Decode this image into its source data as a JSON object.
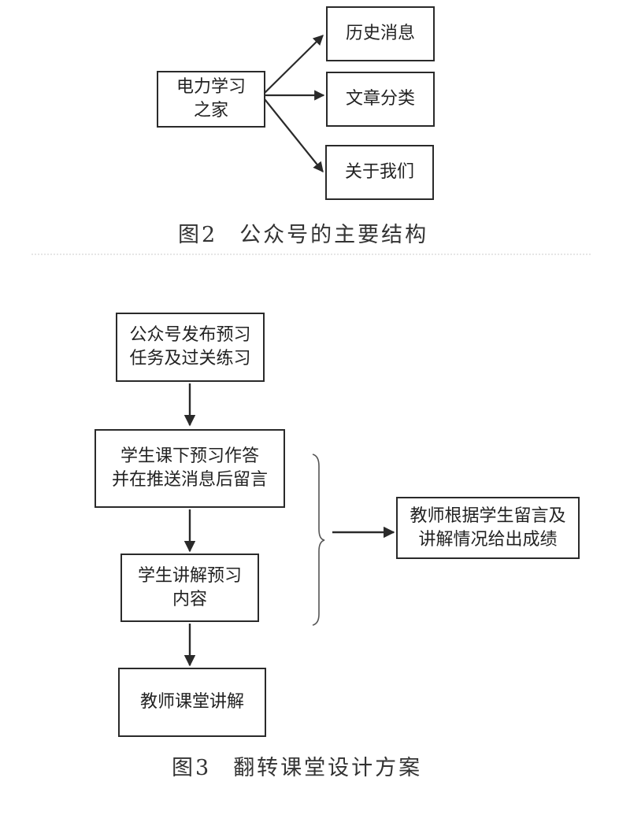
{
  "figure2": {
    "root": "电力学习\n之家",
    "children": [
      "历史消息",
      "文章分类",
      "关于我们"
    ],
    "caption_number": "图2",
    "caption_text": "公众号的主要结构"
  },
  "figure3": {
    "step1": "公众号发布预习\n任务及过关练习",
    "step2": "学生课下预习作答\n并在推送消息后留言",
    "step3": "学生讲解预习\n内容",
    "step4": "教师课堂讲解",
    "side": "教师根据学生留言及\n讲解情况给出成绩",
    "caption_number": "图3",
    "caption_text": "翻转课堂设计方案"
  }
}
